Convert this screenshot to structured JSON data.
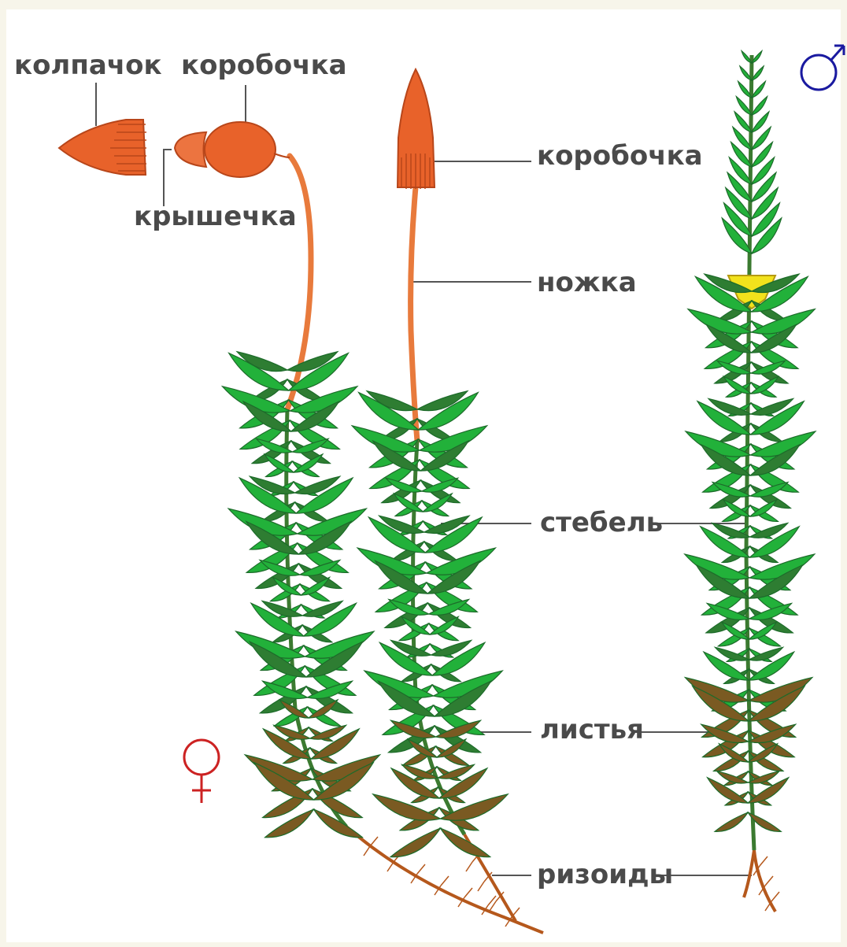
{
  "labels": {
    "kolpachok": "колпачок",
    "korobochka_left": "коробочка",
    "kryshechka": "крышечка",
    "korobochka_right": "коробочка",
    "nozhka": "ножка",
    "stebel": "стебель",
    "listya": "листья",
    "rizoidy": "ризоиды"
  },
  "symbols": {
    "female": "female-symbol",
    "male": "male-symbol"
  },
  "colors": {
    "capsule": "#e8622a",
    "stalk": "#e87a3c",
    "leaf_green": "#22b13a",
    "leaf_dark": "#2e7d32",
    "leaf_brown": "#7a5a22",
    "rhizoid": "#b5581c",
    "male_tip": "#f2e21c",
    "female_symbol": "#cc2222",
    "male_symbol": "#1a1aa0",
    "label_text": "#4a4a4a"
  }
}
